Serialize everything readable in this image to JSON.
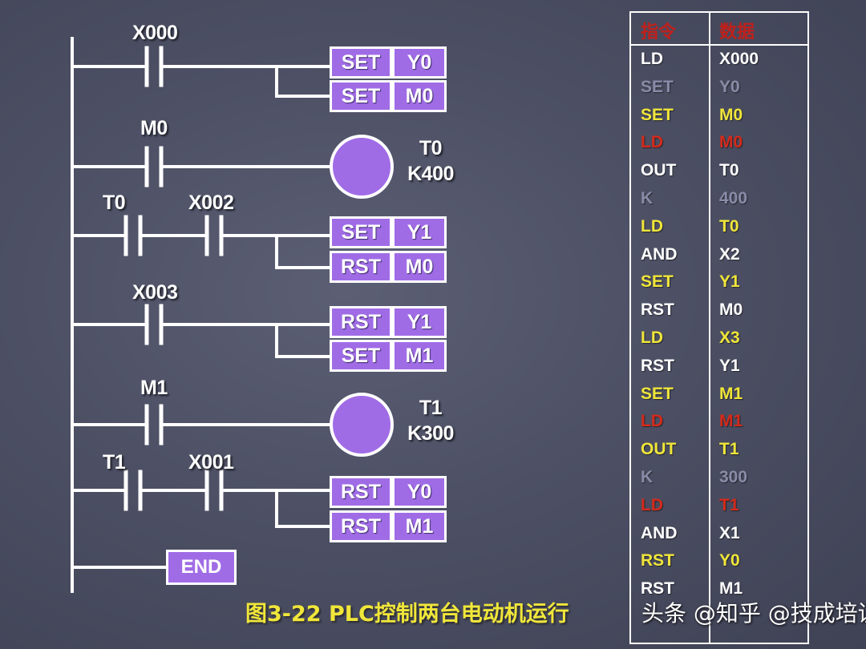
{
  "colors": {
    "background": "#4d5064",
    "box_fill": "#a06ce6",
    "table_yellow": "#f0e63a",
    "table_red": "#d42a1a",
    "table_gray": "#8a8ca8",
    "table_white": "#ffffff",
    "header_red": "#c0201c"
  },
  "ladder": {
    "rungs": [
      {
        "contacts": [
          "X000"
        ],
        "outputs": [
          [
            "SET",
            "Y0"
          ],
          [
            "SET",
            "M0"
          ]
        ]
      },
      {
        "contacts": [
          "M0"
        ],
        "coil": [
          "T0",
          "K400"
        ]
      },
      {
        "contacts": [
          "T0",
          "X002"
        ],
        "outputs": [
          [
            "SET",
            "Y1"
          ],
          [
            "RST",
            "M0"
          ]
        ]
      },
      {
        "contacts": [
          "X003"
        ],
        "outputs": [
          [
            "RST",
            "Y1"
          ],
          [
            "SET",
            "M1"
          ]
        ]
      },
      {
        "contacts": [
          "M1"
        ],
        "coil": [
          "T1",
          "K300"
        ]
      },
      {
        "contacts": [
          "T1",
          "X001"
        ],
        "outputs": [
          [
            "RST",
            "Y0"
          ],
          [
            "RST",
            "M1"
          ]
        ]
      }
    ],
    "end_label": "END"
  },
  "table": {
    "headers": [
      "指令",
      "数据"
    ],
    "rows": [
      {
        "instr": "LD",
        "data": "X000",
        "color": "white"
      },
      {
        "instr": "SET",
        "data": "Y0",
        "color": "gray"
      },
      {
        "instr": "SET",
        "data": "M0",
        "color": "yellow"
      },
      {
        "instr": "LD",
        "data": "M0",
        "color": "red"
      },
      {
        "instr": "OUT",
        "data": "T0",
        "color": "white"
      },
      {
        "instr": "K",
        "data": "400",
        "color": "gray"
      },
      {
        "instr": "LD",
        "data": "T0",
        "color": "yellow"
      },
      {
        "instr": "AND",
        "data": "X2",
        "color": "white"
      },
      {
        "instr": "SET",
        "data": "Y1",
        "color": "yellow"
      },
      {
        "instr": "RST",
        "data": "M0",
        "color": "white"
      },
      {
        "instr": "LD",
        "data": "X3",
        "color": "yellow"
      },
      {
        "instr": "RST",
        "data": "Y1",
        "color": "white"
      },
      {
        "instr": "SET",
        "data": "M1",
        "color": "yellow"
      },
      {
        "instr": "LD",
        "data": "M1",
        "color": "red"
      },
      {
        "instr": "OUT",
        "data": "T1",
        "color": "yellow"
      },
      {
        "instr": "K",
        "data": "300",
        "color": "gray"
      },
      {
        "instr": "LD",
        "data": "T1",
        "color": "red"
      },
      {
        "instr": "AND",
        "data": "X1",
        "color": "white"
      },
      {
        "instr": "RST",
        "data": "Y0",
        "color": "yellow"
      },
      {
        "instr": "RST",
        "data": "M1",
        "color": "white"
      }
    ]
  },
  "caption": "图3-22   PLC控制两台电动机运行",
  "watermark": "头条 @知乎 @技成培训"
}
